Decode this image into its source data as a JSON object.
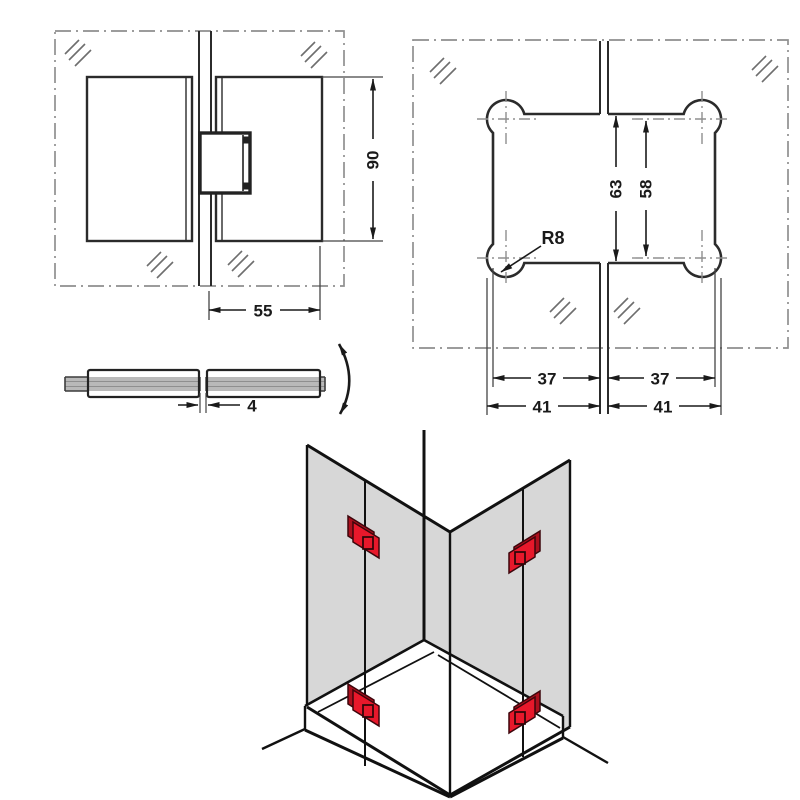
{
  "drawing_type": "technical-drawing-glass-door-hinge",
  "front_view": {
    "height_label": "90",
    "width_label": "55"
  },
  "cutout_view": {
    "height_label": "63",
    "spacing_label": "58",
    "radius_label": "R8",
    "notch_left_label": "37",
    "notch_right_label": "37",
    "overall_left_label": "41",
    "overall_right_label": "41"
  },
  "section_view": {
    "gap_label": "4"
  },
  "colors": {
    "line": "#2b2b2b",
    "dimension": "#1a1a1a",
    "centerline": "#8f8f8f",
    "glass_fill": "#d7d7d7",
    "glass_section_fill": "#b9b9b9",
    "hinge_red": "#e8182b",
    "hinge_dark_red": "#ac0f1d",
    "tray_fill": "#ffffff"
  }
}
